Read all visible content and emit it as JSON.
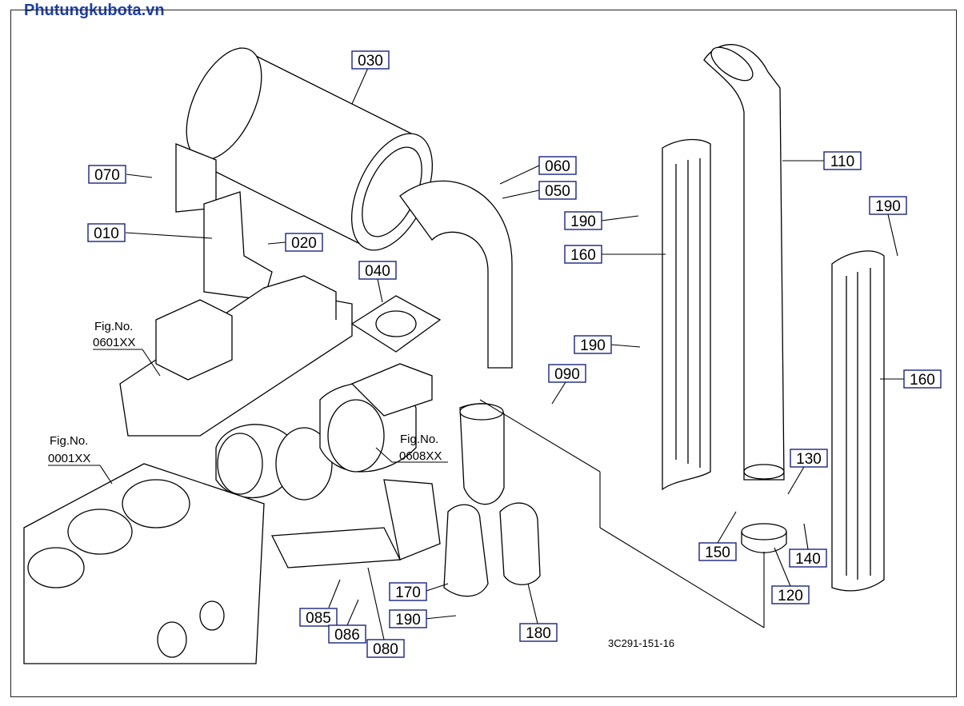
{
  "watermark": "Phutungkubota.vn",
  "drawing_code": "3C291-151-16",
  "figure_refs": [
    {
      "id": "fig-0601",
      "label": "Fig.No.",
      "number": "0601XX"
    },
    {
      "id": "fig-0608",
      "label": "Fig.No.",
      "number": "0608XX"
    },
    {
      "id": "fig-0001",
      "label": "Fig.No.",
      "number": "0001XX"
    }
  ],
  "callouts": [
    {
      "id": "030",
      "text": "030"
    },
    {
      "id": "070",
      "text": "070"
    },
    {
      "id": "010",
      "text": "010"
    },
    {
      "id": "020",
      "text": "020"
    },
    {
      "id": "040",
      "text": "040"
    },
    {
      "id": "060",
      "text": "060"
    },
    {
      "id": "050",
      "text": "050"
    },
    {
      "id": "190a",
      "text": "190"
    },
    {
      "id": "160a",
      "text": "160"
    },
    {
      "id": "190b",
      "text": "190"
    },
    {
      "id": "090",
      "text": "090"
    },
    {
      "id": "110",
      "text": "110"
    },
    {
      "id": "190c",
      "text": "190"
    },
    {
      "id": "160b",
      "text": "160"
    },
    {
      "id": "130",
      "text": "130"
    },
    {
      "id": "150",
      "text": "150"
    },
    {
      "id": "140",
      "text": "140"
    },
    {
      "id": "120",
      "text": "120"
    },
    {
      "id": "170",
      "text": "170"
    },
    {
      "id": "190d",
      "text": "190"
    },
    {
      "id": "180",
      "text": "180"
    },
    {
      "id": "085",
      "text": "085"
    },
    {
      "id": "086",
      "text": "086"
    },
    {
      "id": "080",
      "text": "080"
    }
  ]
}
